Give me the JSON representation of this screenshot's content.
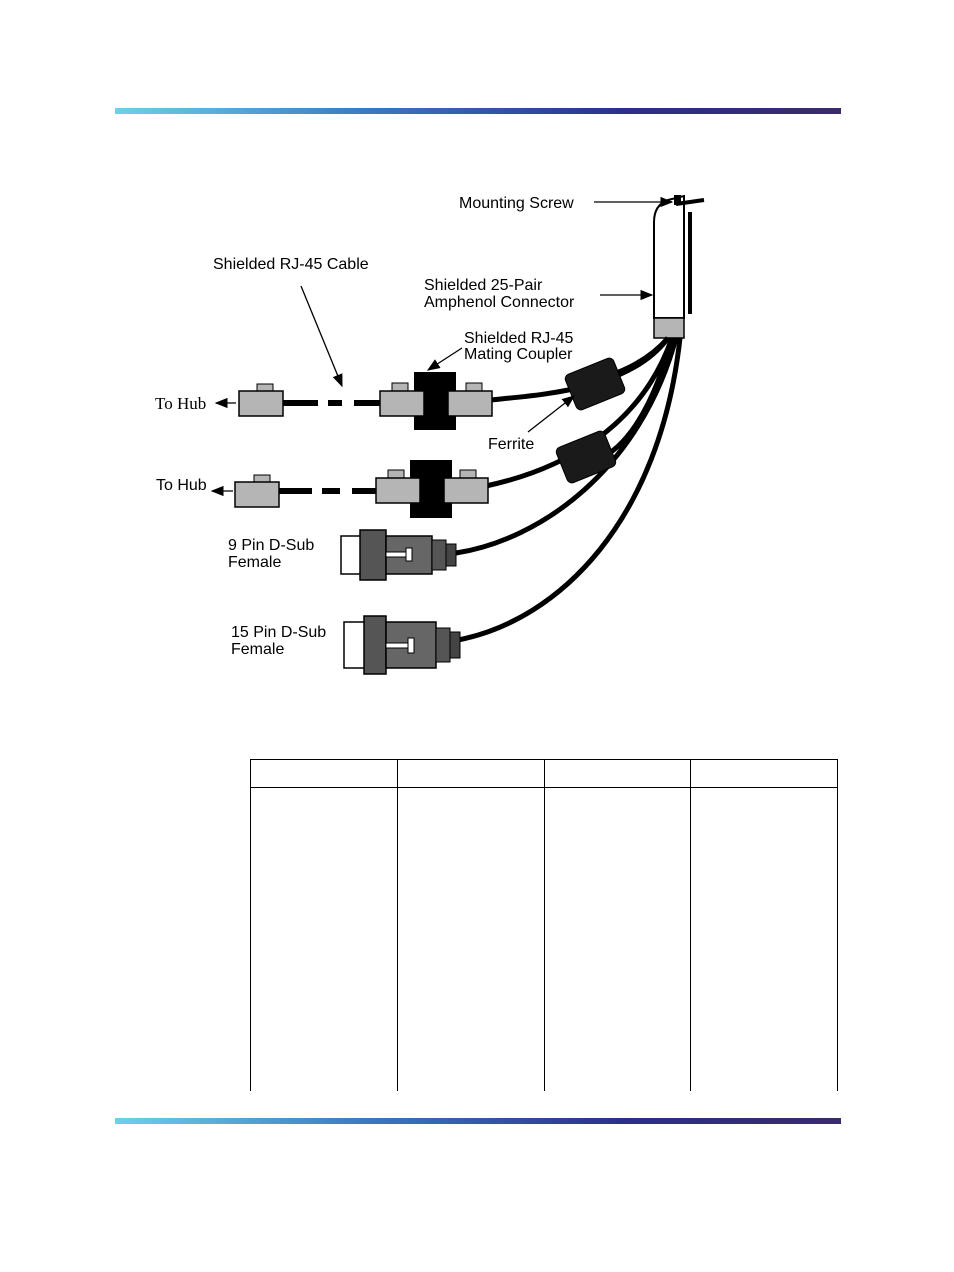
{
  "diagram": {
    "labels": {
      "mounting_screw": "Mounting Screw",
      "rj45_cable": "Shielded RJ-45 Cable",
      "amphenol_line1": "Shielded 25-Pair",
      "amphenol_line2": "Amphenol Connector",
      "coupler_line1": "Shielded RJ-45",
      "coupler_line2": "Mating Coupler",
      "ferrite": "Ferrite",
      "to_hub_1": "To Hub",
      "to_hub_2": "To Hub",
      "dsub9_line1": "9 Pin D-Sub",
      "dsub9_line2": "Female",
      "dsub15_line1": "15 Pin D-Sub",
      "dsub15_line2": "Female"
    }
  },
  "table": {
    "columns": [
      "",
      "",
      "",
      ""
    ],
    "rows": [
      [
        "",
        "",
        "",
        ""
      ]
    ]
  }
}
